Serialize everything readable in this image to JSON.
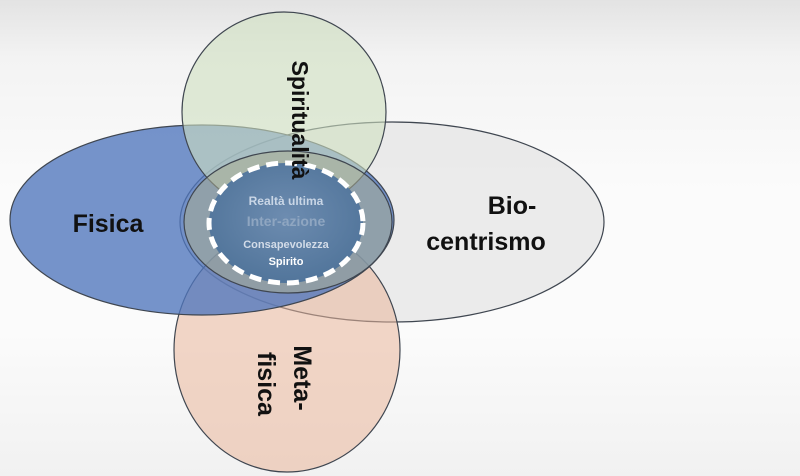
{
  "diagram": {
    "labels": {
      "fisica": "Fisica",
      "biocentrismo_line1": "Bio-",
      "biocentrismo_line2": "centrismo",
      "spiritualita": "Spiritualità",
      "metafisica_line1": "Meta-",
      "metafisica_line2": "fisica"
    },
    "center": {
      "line1": "Realtà ultima",
      "line2": "Inter-azione",
      "line3": "Consapevolezza",
      "line4": "Spirito"
    },
    "colors": {
      "fisica": "#4f76bd",
      "biocentrismo": "#e8e8e8",
      "spiritualita": "#cfe0bf",
      "metafisica": "#eab79b",
      "core": "#5b7fa3",
      "core_ring": "#b9b998",
      "dash": "#ffffff",
      "outline": "#3f4650"
    }
  }
}
